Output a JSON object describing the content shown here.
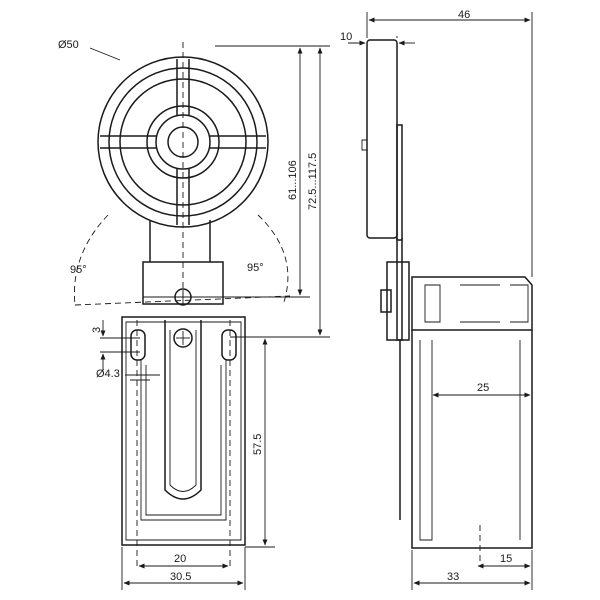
{
  "dimensions": {
    "wheel_diameter": "Ø50",
    "lever_length_range": "61...106",
    "total_length_range": "72.5...117.5",
    "angle_left": "95°",
    "angle_right": "95°",
    "hole_spacing": "3",
    "hole_diameter": "Ø4.3",
    "body_height": "57.5",
    "hole_pitch": "20",
    "body_width": "30.5",
    "total_depth": "46",
    "roller_width": "10",
    "shaft_offset": "25",
    "mount_offset": "15",
    "body_depth": "33"
  }
}
